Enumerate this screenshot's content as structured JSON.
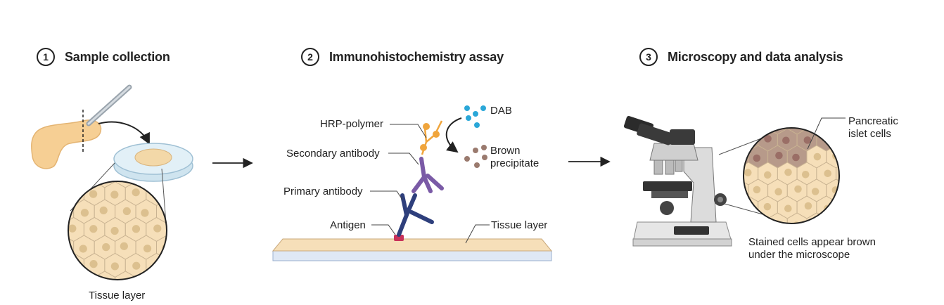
{
  "steps": [
    {
      "number": "1",
      "title": "Sample collection"
    },
    {
      "number": "2",
      "title": "Immunohistochemistry assay"
    },
    {
      "number": "3",
      "title": "Microscopy and data analysis"
    }
  ],
  "panel1": {
    "tissue_layer_label": "Tissue layer"
  },
  "panel2": {
    "hrp_polymer_label": "HRP-polymer",
    "secondary_antibody_label": "Secondary antibody",
    "primary_antibody_label": "Primary antibody",
    "antigen_label": "Antigen",
    "tissue_layer_label": "Tissue layer",
    "dab_label": "DAB",
    "brown_label": "Brown",
    "precipitate_label": "precipitate"
  },
  "panel3": {
    "pancreatic_label": "Pancreatic",
    "islet_cells_label": "islet cells",
    "stained_line1": "Stained cells appear brown",
    "stained_line2": "under the microscope"
  },
  "colors": {
    "tissue": "#f6dfb9",
    "tissue_cell_border": "#c9b392",
    "nucleus": "#dcc08f",
    "stained_cell": "#b79a8a",
    "stained_nucleus": "#9a6e66",
    "primary_antibody": "#2e3f7c",
    "secondary_antibody": "#7a5aa6",
    "hrp": "#f0a53c",
    "dab": "#2aa7d8",
    "brown_precipitate": "#9a7a6e",
    "antigen": "#c8325a",
    "slide": "#dfe8f5"
  }
}
